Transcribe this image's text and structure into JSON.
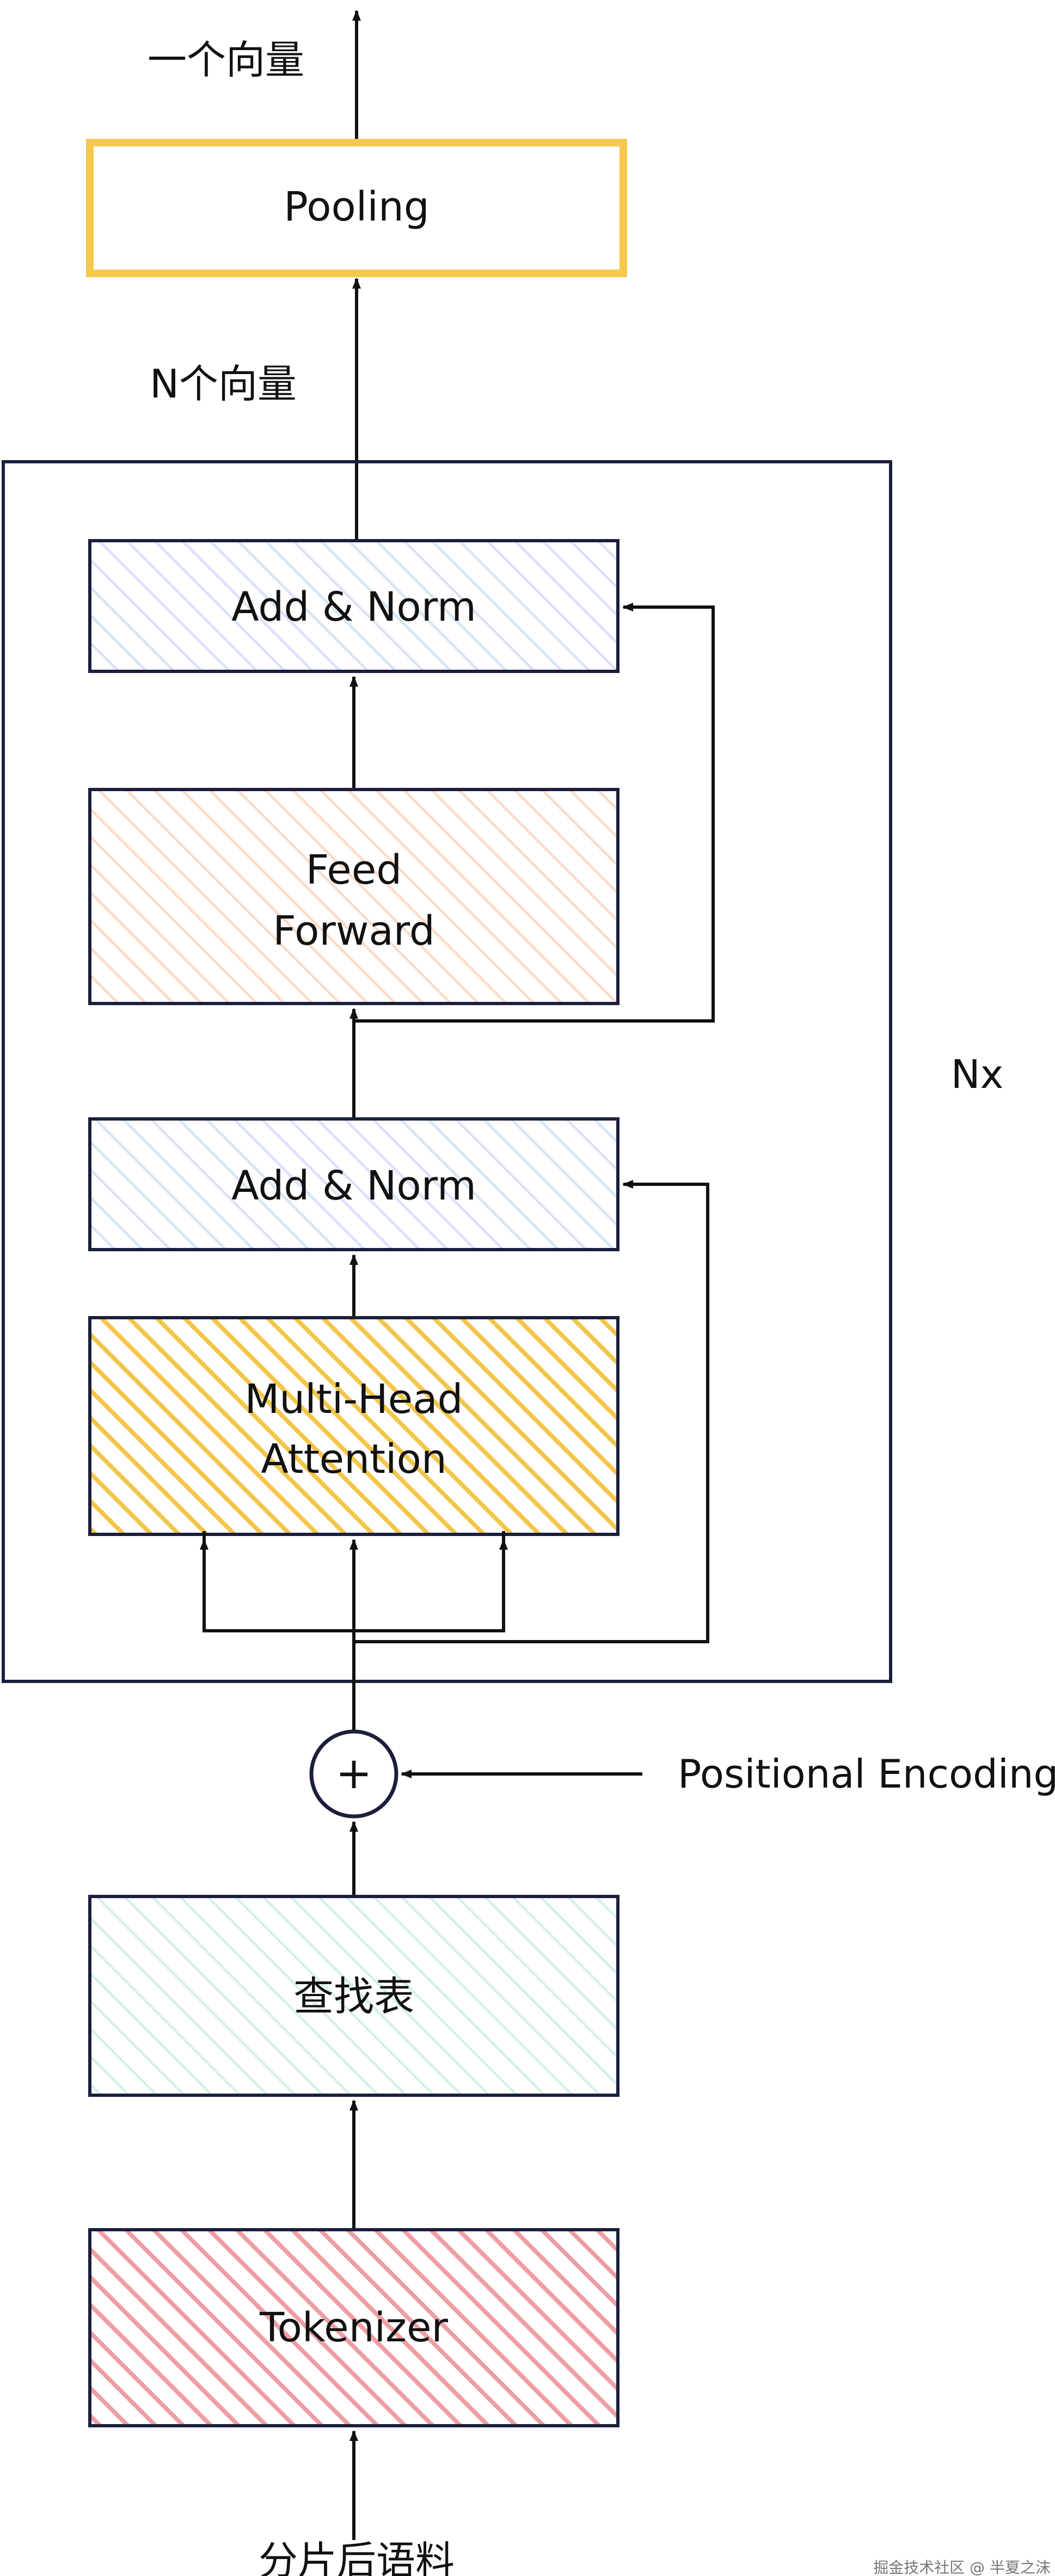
{
  "top_output_label": "一个向量",
  "pooling_label": "Pooling",
  "n_vectors_label": "N个向量",
  "encoder": {
    "repeat_label": "Nx",
    "add_norm_top": "Add & Norm",
    "feed_forward_line1": "Feed",
    "feed_forward_line2": "Forward",
    "add_norm_bottom": "Add & Norm",
    "mha_line1": "Multi-Head",
    "mha_line2": "Attention"
  },
  "plus_symbol": "+",
  "positional_encoding_label": "Positional Encoding",
  "lookup_table_label": "查找表",
  "tokenizer_label": "Tokenizer",
  "input_label": "分片后语料",
  "watermark": "掘金技术社区 @ 半夏之沫",
  "colors": {
    "pooling_border": "#f5c94e",
    "add_norm_fill": "#e8effa",
    "feed_forward_fill": "#fde6d8",
    "mha_fill": "#f3c64a",
    "lookup_fill": "#e3f6ef",
    "tokenizer_fill": "#ee9ea4",
    "stroke": "#1b1f3b"
  }
}
